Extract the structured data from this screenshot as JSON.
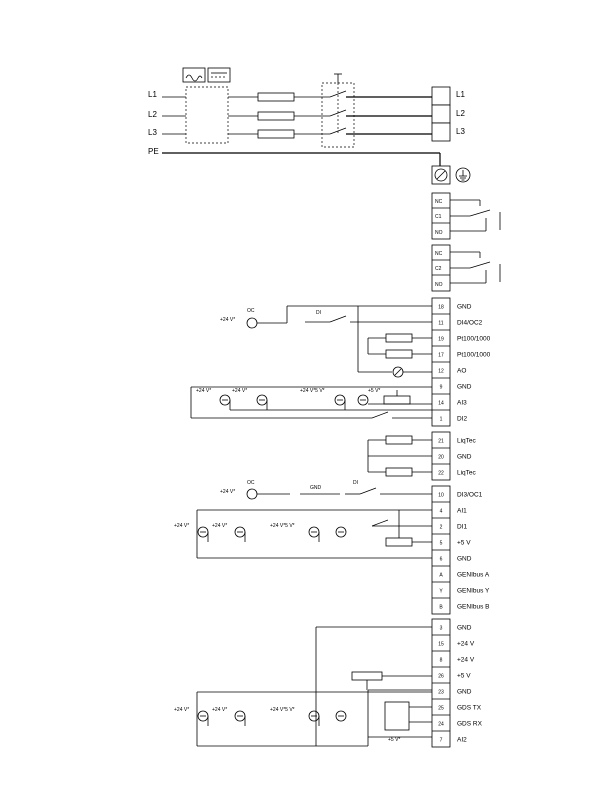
{
  "power": {
    "lines": [
      "L1",
      "L2",
      "L3"
    ],
    "pe": "PE"
  },
  "relays": [
    {
      "terminals": [
        "NC",
        "C1",
        "NO"
      ]
    },
    {
      "terminals": [
        "NC",
        "C2",
        "NO"
      ]
    }
  ],
  "terminal_groups": [
    [
      {
        "num": "18",
        "name": "GND"
      },
      {
        "num": "11",
        "name": "DI4/OC2"
      },
      {
        "num": "19",
        "name": "Pt100/1000"
      },
      {
        "num": "17",
        "name": "Pt100/1000"
      },
      {
        "num": "12",
        "name": "AO"
      },
      {
        "num": "9",
        "name": "GND"
      },
      {
        "num": "14",
        "name": "AI3"
      },
      {
        "num": "1",
        "name": "DI2"
      }
    ],
    [
      {
        "num": "21",
        "name": "LiqTec"
      },
      {
        "num": "20",
        "name": "GND"
      },
      {
        "num": "22",
        "name": "LiqTec"
      }
    ],
    [
      {
        "num": "10",
        "name": "DI3/OC1"
      },
      {
        "num": "4",
        "name": "AI1"
      },
      {
        "num": "2",
        "name": "DI1"
      },
      {
        "num": "5",
        "name": "+5 V"
      },
      {
        "num": "6",
        "name": "GND"
      },
      {
        "num": "A",
        "name": "GENIbus A"
      },
      {
        "num": "Y",
        "name": "GENIbus Y"
      },
      {
        "num": "B",
        "name": "GENIbus B"
      }
    ],
    [
      {
        "num": "3",
        "name": "GND"
      },
      {
        "num": "15",
        "name": "+24 V"
      },
      {
        "num": "8",
        "name": "+24 V"
      },
      {
        "num": "26",
        "name": "+5 V"
      },
      {
        "num": "23",
        "name": "GND"
      },
      {
        "num": "25",
        "name": "GDS TX"
      },
      {
        "num": "24",
        "name": "GDS RX"
      },
      {
        "num": "7",
        "name": "AI2"
      }
    ]
  ],
  "labels": {
    "oc": "OC",
    "di": "DI",
    "gnd": "GND",
    "v24": "+24 V*",
    "v24_5": "+24 V*5 V*",
    "v5": "+5 V*"
  }
}
